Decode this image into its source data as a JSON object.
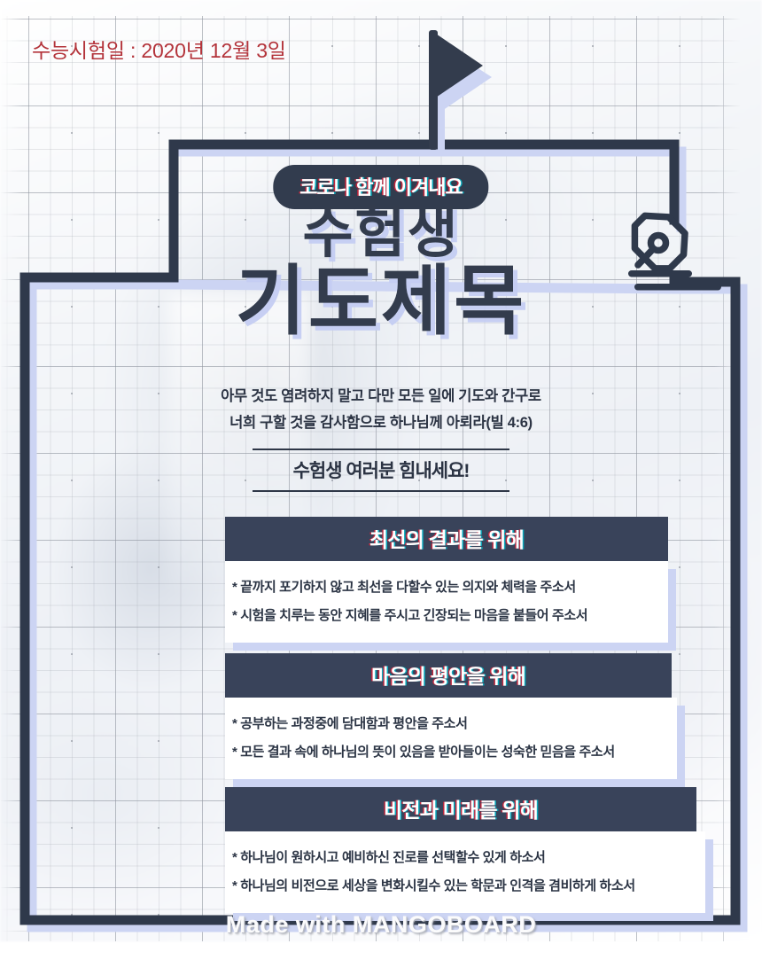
{
  "poster": {
    "exam_date_label": "수능시험일 : 2020년 12월 3일",
    "badge_label": "코로나 함께 이겨내요",
    "title_line1": "수험생",
    "title_line2": "기도제목",
    "verse_line1": "아무 것도 염려하지 말고 다만 모든 일에 기도와 간구로",
    "verse_line2": "너희 구할 것을 감사함으로 하나님께 아뢰라(빌 4:6)",
    "cheer_label": "수험생 여러분 힘내세요!",
    "watermark": "Made with MANGOBOARD"
  },
  "icons": {
    "flag": "flag-icon",
    "pen": "pen-nib-icon"
  },
  "sections": [
    {
      "heading": "최선의 결과를 위해",
      "lines": [
        "* 끝까지 포기하지 않고 최선을 다할수 있는 의지와 체력을 주소서",
        "* 시험을 치루는 동안 지혜를 주시고 긴장되는 마음을 붙들어 주소서"
      ]
    },
    {
      "heading": "마음의 평안을 위해",
      "lines": [
        "* 공부하는 과정중에 담대함과 평안을 주소서",
        "* 모든 결과 속에 하나님의 뜻이 있음을 받아들이는 성숙한 믿음을 주소서"
      ]
    },
    {
      "heading": "비전과 미래를 위해",
      "lines": [
        "* 하나님이 원하시고 예비하신 진로를 선택할수 있게 하소서",
        "* 하나님의 비전으로 세상을 변화시킬수 있는 학문과 인격을 겸비하게 하소서"
      ]
    }
  ],
  "colors": {
    "dark_navy": "#333c4d",
    "header_bar": "#39435a",
    "badge_bg": "#323c4e",
    "lavender_shadow": "#ccd4f3",
    "date_red": "#b3333a",
    "glitch_red": "#d6243c",
    "glitch_cyan": "#00c4d6",
    "page_bg": "#ffffff"
  }
}
